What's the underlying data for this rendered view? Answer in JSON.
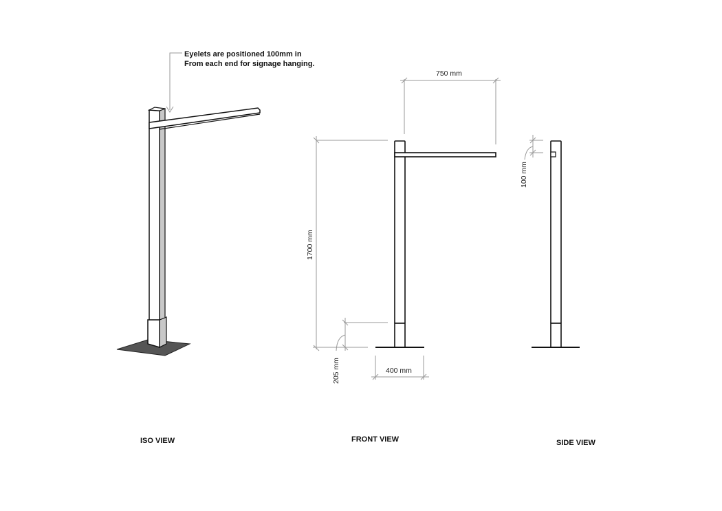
{
  "annotation": {
    "line1": "Eyelets are positioned 100mm in",
    "line2": "From each end for signage hanging."
  },
  "views": {
    "iso": {
      "label": "ISO VIEW"
    },
    "front": {
      "label": "FRONT VIEW"
    },
    "side": {
      "label": "SIDE VIEW"
    }
  },
  "dimensions": {
    "arm_length": "750 mm",
    "total_height": "1700 mm",
    "sleeve_height": "205 mm",
    "base_width": "400 mm",
    "eyelet_offset": "100 mm"
  },
  "colors": {
    "line": "#111111",
    "dimension": "#9a9a9a",
    "shade": "#c8c8c8",
    "base_plate": "#555555"
  }
}
